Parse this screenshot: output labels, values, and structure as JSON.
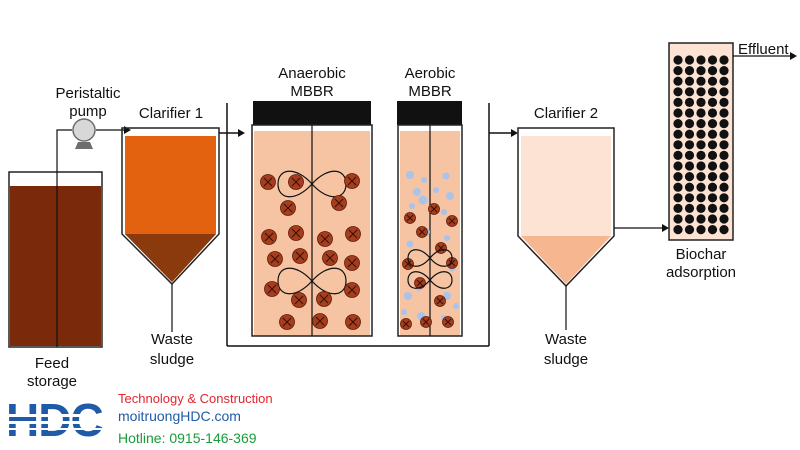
{
  "labels": {
    "feed_storage": [
      "Feed",
      "storage"
    ],
    "pump": [
      "Peristaltic",
      "pump"
    ],
    "clarifier1": "Clarifier 1",
    "waste_sludge_1": [
      "Waste",
      "sludge"
    ],
    "anaerobic": [
      "Anaerobic",
      "MBBR"
    ],
    "aerobic": [
      "Aerobic",
      "MBBR"
    ],
    "clarifier2": "Clarifier 2",
    "waste_sludge_2": [
      "Waste",
      "sludge"
    ],
    "biochar": [
      "Biochar",
      "adsorption"
    ],
    "effluent": "Effluent"
  },
  "logo": {
    "mark": "HDC",
    "tagline": "Technology & Construction",
    "website": "moitruongHDC.com",
    "hotline": "Hotline: 0915-146-369"
  },
  "colors": {
    "feed_liquid": "#7a2a0a",
    "clarifier1_liquid": "#e2620f",
    "clarifier1_sludge": "#8a3a0c",
    "mbbr_liquid": "#f6c4a3",
    "carrier": "#a53e1e",
    "bubble": "#a9c3ea",
    "clarifier2_liquid": "#fde3d3",
    "clarifier2_sludge": "#f6b690",
    "biochar_bg": "#fde3d3",
    "biochar_bead": "#111111",
    "lid": "#111111",
    "logo_blue": "#1f5ba8",
    "tagline_red": "#e2262f",
    "hotline_green": "#1a9b3a"
  }
}
